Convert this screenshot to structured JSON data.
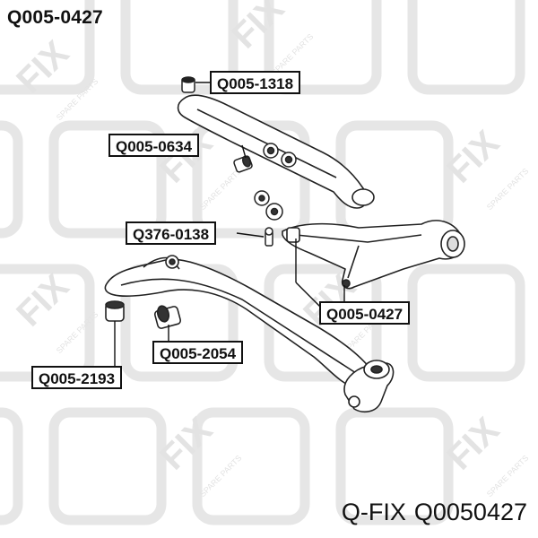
{
  "title": "Q005-0427",
  "footer": {
    "brand": "Q-FIX",
    "part_number": "Q0050427"
  },
  "watermark": {
    "logo_text": "FIX",
    "tagline": "SPARE PARTS"
  },
  "labels": [
    {
      "id": "q005-1318",
      "text": "Q005-1318"
    },
    {
      "id": "q005-0634",
      "text": "Q005-0634"
    },
    {
      "id": "q376-0138",
      "text": "Q376-0138"
    },
    {
      "id": "q005-0427",
      "text": "Q005-0427"
    },
    {
      "id": "q005-2054",
      "text": "Q005-2054"
    },
    {
      "id": "q005-2193",
      "text": "Q005-2193"
    }
  ],
  "colors": {
    "ink": "#111111",
    "watermark": "#e7e7e7",
    "background": "#ffffff"
  }
}
